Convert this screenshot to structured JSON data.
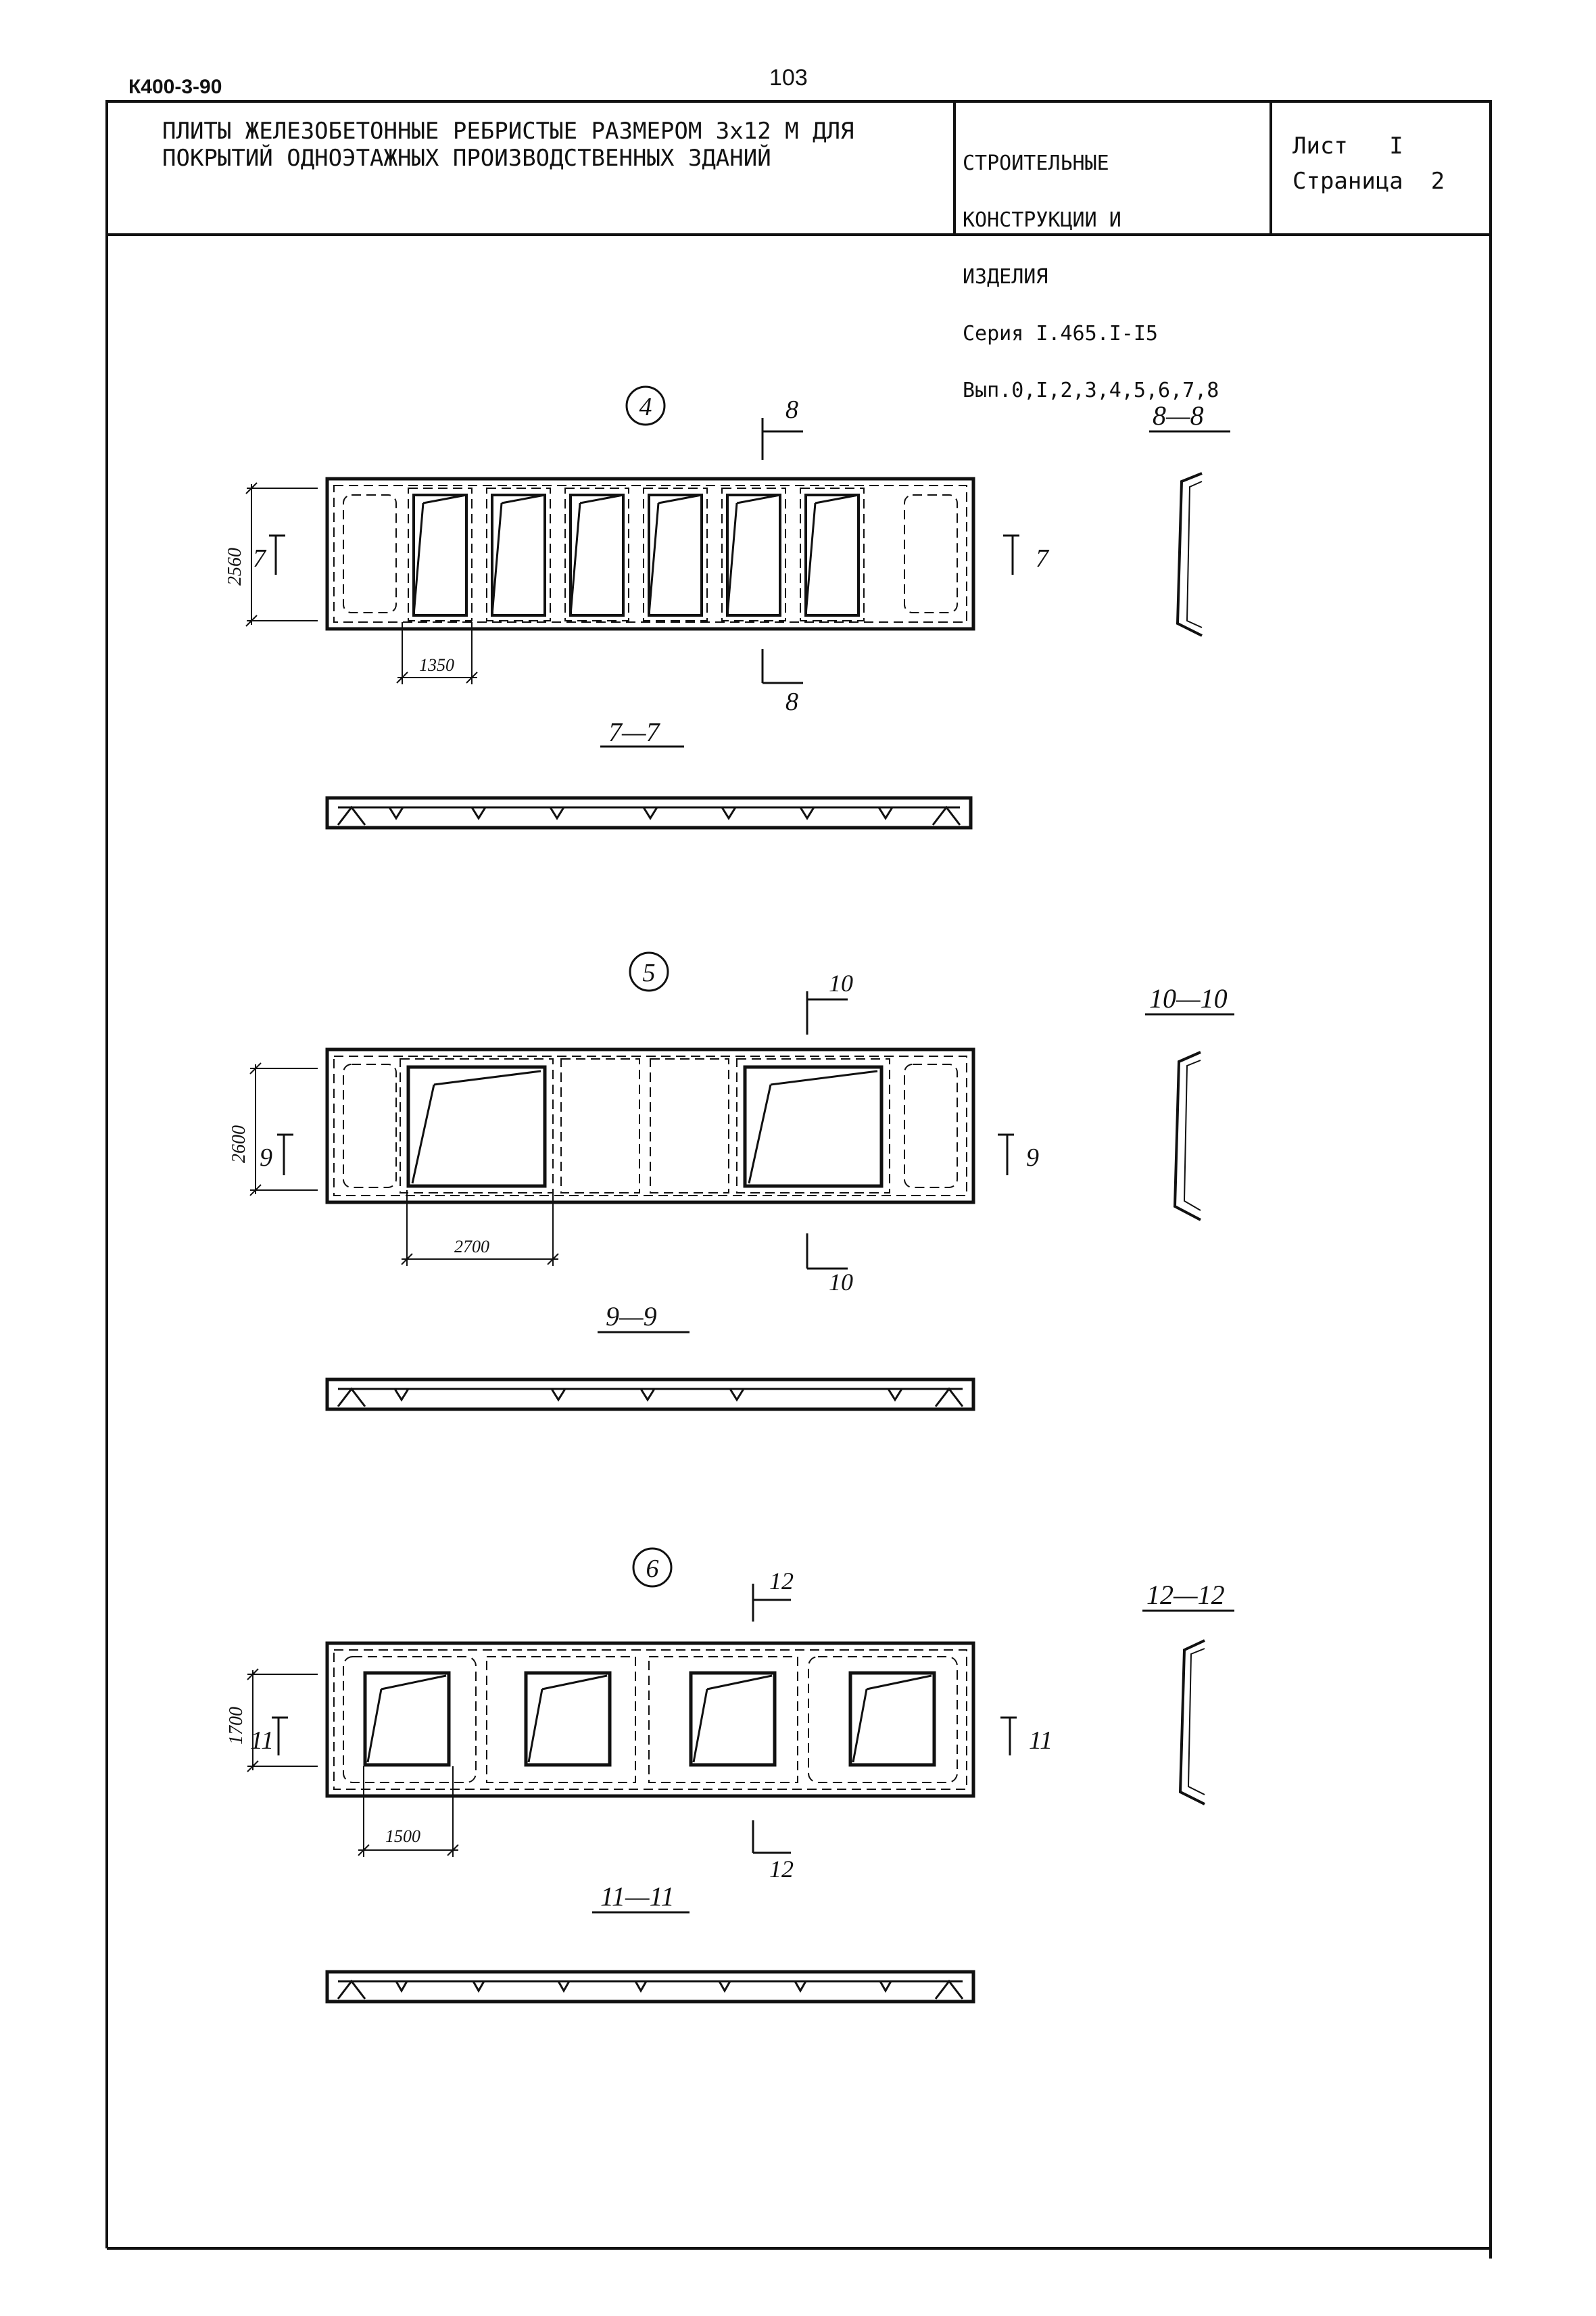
{
  "header": {
    "doc_code": "К400-3-90",
    "page_number": "103",
    "title_line1": "ПЛИТЫ ЖЕЛЕЗОБЕТОННЫЕ РЕБРИСТЫЕ РАЗМЕРОМ 3х12 М ДЛЯ",
    "title_line2": "ПОКРЫТИЙ ОДНОЭТАЖНЫХ ПРОИЗВОДСТВЕННЫХ ЗДАНИЙ",
    "series_lines": [
      "СТРОИТЕЛЬНЫЕ",
      "КОНСТРУКЦИИ И",
      "ИЗДЕЛИЯ",
      "Серия I.465.I-I5",
      "Вып.0,I,2,3,4,5,6,7,8"
    ],
    "sheet": "Лист   I",
    "page": "Страница  2"
  },
  "drawings": [
    {
      "number": "4",
      "width_dim": "2560",
      "opening_dim": "1350",
      "section_long": "7—7",
      "section_long_mark": "7",
      "section_cross": "8—8",
      "section_cross_mark": "8"
    },
    {
      "number": "5",
      "width_dim": "2600",
      "opening_dim": "2700",
      "section_long": "9—9",
      "section_long_mark": "9",
      "section_cross": "10—10",
      "section_cross_mark": "10"
    },
    {
      "number": "6",
      "width_dim": "1700",
      "opening_dim": "1500",
      "section_long": "11—11",
      "section_long_mark": "11",
      "section_cross": "12—12",
      "section_cross_mark": "12"
    }
  ]
}
